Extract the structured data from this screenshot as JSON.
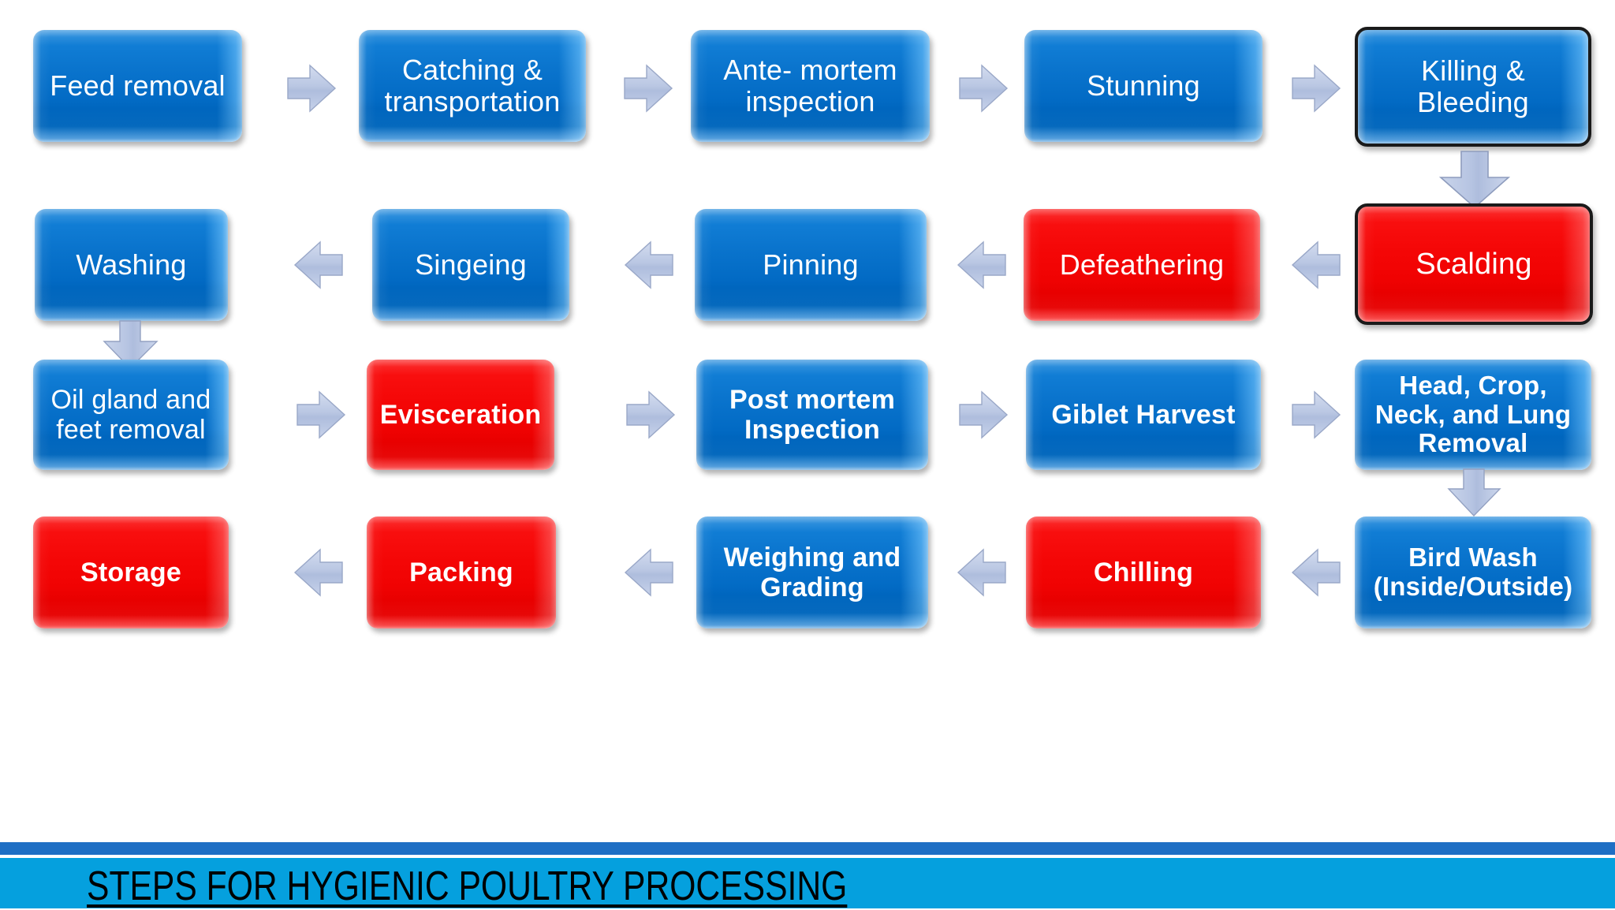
{
  "diagram": {
    "title": "STEPS FOR HYGIENIC POULTRY PROCESSING",
    "type": "process-flowchart",
    "colors": {
      "blue": "#0070c8",
      "red": "#f40606",
      "arrow_fill": "#b4c2e0",
      "arrow_stroke": "#8a98bb",
      "banner_stripe": "#1f6fc4",
      "banner_band": "#05a0de",
      "banner_text": "#000000",
      "node_text": "#ffffff",
      "outline": "#1a1a1a",
      "background": "#ffffff"
    },
    "rows": [
      {
        "id": "row-1",
        "direction": "left-to-right",
        "nodes": [
          {
            "id": "feed-removal",
            "label": "Feed removal",
            "color": "blue",
            "bold": false,
            "outlined": false
          },
          {
            "id": "catching-transport",
            "label": "Catching & transportation",
            "color": "blue",
            "bold": false,
            "outlined": false
          },
          {
            "id": "ante-mortem",
            "label": "Ante- mortem inspection",
            "color": "blue",
            "bold": false,
            "outlined": false
          },
          {
            "id": "stunning",
            "label": "Stunning",
            "color": "blue",
            "bold": false,
            "outlined": false
          },
          {
            "id": "killing-bleeding",
            "label": "Killing & Bleeding",
            "color": "blue",
            "bold": false,
            "outlined": true
          }
        ]
      },
      {
        "id": "row-2",
        "direction": "right-to-left",
        "nodes": [
          {
            "id": "washing",
            "label": "Washing",
            "color": "blue",
            "bold": false,
            "outlined": false
          },
          {
            "id": "singeing",
            "label": "Singeing",
            "color": "blue",
            "bold": false,
            "outlined": false
          },
          {
            "id": "pinning",
            "label": "Pinning",
            "color": "blue",
            "bold": false,
            "outlined": false
          },
          {
            "id": "defeathering",
            "label": "Defeathering",
            "color": "red",
            "bold": false,
            "outlined": false
          },
          {
            "id": "scalding",
            "label": "Scalding",
            "color": "red",
            "bold": false,
            "outlined": true
          }
        ]
      },
      {
        "id": "row-3",
        "direction": "left-to-right",
        "nodes": [
          {
            "id": "oil-gland-feet",
            "label": "Oil gland and feet removal",
            "color": "blue",
            "bold": false,
            "outlined": false
          },
          {
            "id": "evisceration",
            "label": "Evisceration",
            "color": "red",
            "bold": true,
            "outlined": false
          },
          {
            "id": "post-mortem",
            "label": "Post mortem Inspection",
            "color": "blue",
            "bold": true,
            "outlined": false
          },
          {
            "id": "giblet-harvest",
            "label": "Giblet Harvest",
            "color": "blue",
            "bold": true,
            "outlined": false
          },
          {
            "id": "head-crop-neck",
            "label": "Head, Crop, Neck, and Lung Removal",
            "color": "blue",
            "bold": true,
            "outlined": false
          }
        ]
      },
      {
        "id": "row-4",
        "direction": "right-to-left",
        "nodes": [
          {
            "id": "storage",
            "label": "Storage",
            "color": "red",
            "bold": true,
            "outlined": false
          },
          {
            "id": "packing",
            "label": "Packing",
            "color": "red",
            "bold": true,
            "outlined": false
          },
          {
            "id": "weighing",
            "label": "Weighing and Grading",
            "color": "blue",
            "bold": true,
            "outlined": false
          },
          {
            "id": "chilling",
            "label": "Chilling",
            "color": "red",
            "bold": true,
            "outlined": false
          },
          {
            "id": "bird-wash",
            "label": "Bird Wash (Inside/Outside)",
            "color": "blue",
            "bold": true,
            "outlined": false
          }
        ]
      }
    ],
    "connectors": [
      {
        "id": "c-r1-1",
        "from": "feed-removal",
        "to": "catching-transport",
        "direction": "right"
      },
      {
        "id": "c-r1-2",
        "from": "catching-transport",
        "to": "ante-mortem",
        "direction": "right"
      },
      {
        "id": "c-r1-3",
        "from": "ante-mortem",
        "to": "stunning",
        "direction": "right"
      },
      {
        "id": "c-r1-4",
        "from": "stunning",
        "to": "killing-bleeding",
        "direction": "right"
      },
      {
        "id": "c-v1",
        "from": "killing-bleeding",
        "to": "scalding",
        "direction": "down"
      },
      {
        "id": "c-r2-1",
        "from": "scalding",
        "to": "defeathering",
        "direction": "left"
      },
      {
        "id": "c-r2-2",
        "from": "defeathering",
        "to": "pinning",
        "direction": "left"
      },
      {
        "id": "c-r2-3",
        "from": "pinning",
        "to": "singeing",
        "direction": "left"
      },
      {
        "id": "c-r2-4",
        "from": "singeing",
        "to": "washing",
        "direction": "left"
      },
      {
        "id": "c-v2",
        "from": "washing",
        "to": "oil-gland-feet",
        "direction": "down"
      },
      {
        "id": "c-r3-1",
        "from": "oil-gland-feet",
        "to": "evisceration",
        "direction": "right"
      },
      {
        "id": "c-r3-2",
        "from": "evisceration",
        "to": "post-mortem",
        "direction": "right"
      },
      {
        "id": "c-r3-3",
        "from": "post-mortem",
        "to": "giblet-harvest",
        "direction": "right"
      },
      {
        "id": "c-r3-4",
        "from": "giblet-harvest",
        "to": "head-crop-neck",
        "direction": "right"
      },
      {
        "id": "c-v3",
        "from": "head-crop-neck",
        "to": "bird-wash",
        "direction": "down"
      },
      {
        "id": "c-r4-1",
        "from": "bird-wash",
        "to": "chilling",
        "direction": "left"
      },
      {
        "id": "c-r4-2",
        "from": "chilling",
        "to": "weighing",
        "direction": "left"
      },
      {
        "id": "c-r4-3",
        "from": "weighing",
        "to": "packing",
        "direction": "left"
      },
      {
        "id": "c-r4-4",
        "from": "packing",
        "to": "storage",
        "direction": "left"
      }
    ]
  }
}
